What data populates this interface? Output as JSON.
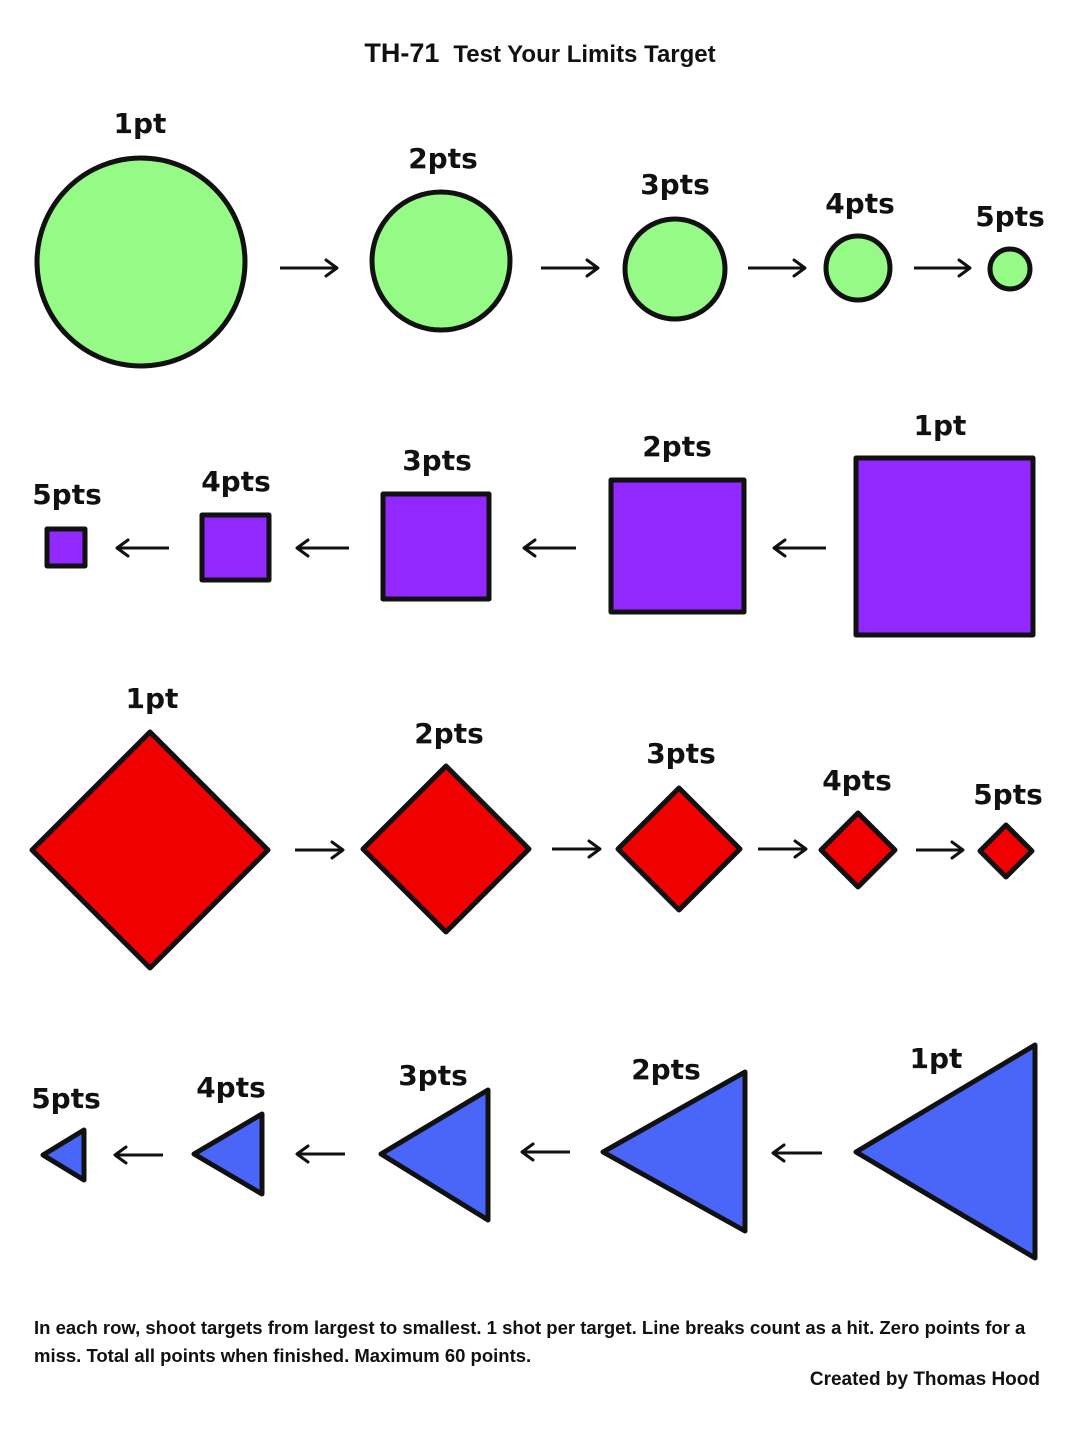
{
  "header": {
    "code": "TH-71",
    "title": "Test Your Limits Target"
  },
  "colors": {
    "circle": "#96fa86",
    "square": "#9128ff",
    "diamond": "#f00000",
    "triangle": "#4a66f8",
    "outline": "#111111"
  },
  "rows": [
    {
      "shape": "circle",
      "direction": "left-to-right",
      "targets": [
        {
          "label": "1pt",
          "points": 1
        },
        {
          "label": "2pts",
          "points": 2
        },
        {
          "label": "3pts",
          "points": 3
        },
        {
          "label": "4pts",
          "points": 4
        },
        {
          "label": "5pts",
          "points": 5
        }
      ]
    },
    {
      "shape": "square",
      "direction": "right-to-left",
      "targets": [
        {
          "label": "1pt",
          "points": 1
        },
        {
          "label": "2pts",
          "points": 2
        },
        {
          "label": "3pts",
          "points": 3
        },
        {
          "label": "4pts",
          "points": 4
        },
        {
          "label": "5pts",
          "points": 5
        }
      ]
    },
    {
      "shape": "diamond",
      "direction": "left-to-right",
      "targets": [
        {
          "label": "1pt",
          "points": 1
        },
        {
          "label": "2pts",
          "points": 2
        },
        {
          "label": "3pts",
          "points": 3
        },
        {
          "label": "4pts",
          "points": 4
        },
        {
          "label": "5pts",
          "points": 5
        }
      ]
    },
    {
      "shape": "triangle",
      "direction": "right-to-left",
      "targets": [
        {
          "label": "1pt",
          "points": 1
        },
        {
          "label": "2pts",
          "points": 2
        },
        {
          "label": "3pts",
          "points": 3
        },
        {
          "label": "4pts",
          "points": 4
        },
        {
          "label": "5pts",
          "points": 5
        }
      ]
    }
  ],
  "instructions": "In each row, shoot targets from largest to smallest. 1 shot per target. Line breaks count as a hit. Zero points for a miss. Total all points when finished. Maximum 60 points.",
  "credit": "Created by Thomas Hood"
}
